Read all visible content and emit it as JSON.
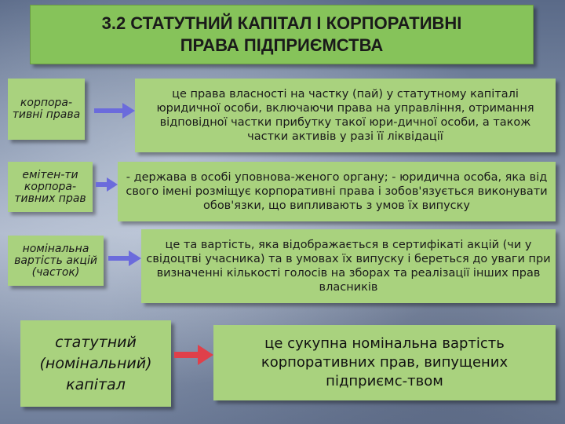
{
  "title": "3.2 СТАТУТНИЙ КАПІТАЛ І КОРПОРАТИВНІ ПРАВА ПІДПРИЄМСТВА",
  "rows": [
    {
      "term": "корпора-тивні права",
      "definition": "це права власності на частку (пай) у статутному капіталі юридичної особи, включаючи права на управління, отримання відповідної частки прибутку такої юри-дичної особи, а також частки активів у разі її ліквідації"
    },
    {
      "term": "емітен-ти корпора-тивних прав",
      "definition": "- держава в особі уповнова-женого органу; - юридична особа, яка від свого імені розміщує корпоративні права і зобов'язується виконувати обов'язки, що випливають з умов їх випуску"
    },
    {
      "term": "номінальна вартість акцій (часток)",
      "definition": "це та вартість, яка відображається в сертифікаті акцій (чи у свідоцтві учасника) та в умовах їх випуску і береться до уваги при визначенні кількості голосів на зборах та реалізації інших прав власників"
    },
    {
      "term": "статутний (номінальний) капітал",
      "definition": "це сукупна номінальна вартість корпоративних прав, випущених підприємс-твом"
    }
  ],
  "colors": {
    "box_green": "#a9d27e",
    "title_green": "#86c35a",
    "arrow": "#6b6bdc",
    "arrow_red": "#e0404a"
  }
}
